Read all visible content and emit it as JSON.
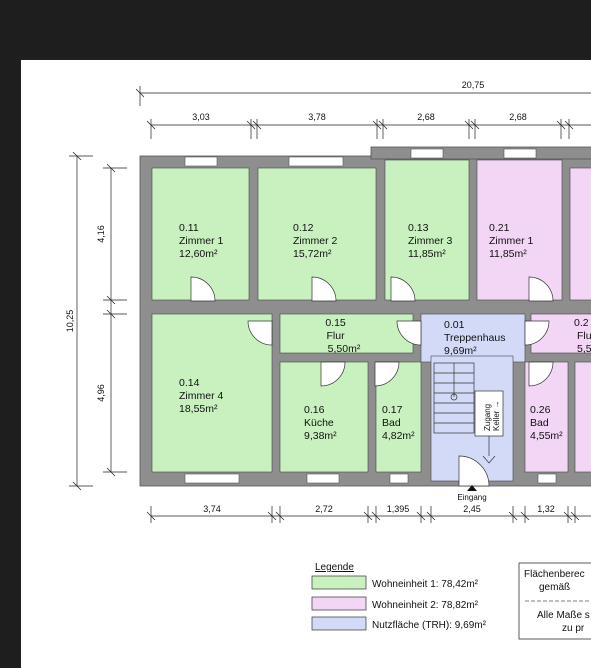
{
  "colors": {
    "unit1": "#c9f1c0",
    "unit2": "#f3d6f5",
    "utility": "#d2daf7",
    "wall": "#8e8e8e"
  },
  "dimensions": {
    "total_width": "20,75",
    "top": [
      "3,03",
      "3,78",
      "2,68",
      "2,68"
    ],
    "bottom": [
      "3,74",
      "2,72",
      "1,395",
      "2,45",
      "1,32"
    ],
    "total_height": "10,25",
    "left": [
      "4,16",
      "4,96"
    ]
  },
  "rooms": [
    {
      "id": "0.11",
      "name": "Zimmer 1",
      "area": "12,60m²"
    },
    {
      "id": "0.12",
      "name": "Zimmer 2",
      "area": "15,72m²"
    },
    {
      "id": "0.13",
      "name": "Zimmer 3",
      "area": "11,85m²"
    },
    {
      "id": "0.21",
      "name": "Zimmer 1",
      "area": "11,85m²"
    },
    {
      "id": "0.14",
      "name": "Zimmer 4",
      "area": "18,55m²"
    },
    {
      "id": "0.15",
      "name": "Flur",
      "area": "5,50m²"
    },
    {
      "id": "0.01",
      "name": "Treppenhaus",
      "area": "9,69m²"
    },
    {
      "id": "0.16",
      "name": "Küche",
      "area": "9,38m²"
    },
    {
      "id": "0.17",
      "name": "Bad",
      "area": "4,82m²"
    },
    {
      "id": "0.26",
      "name": "Bad",
      "area": "4,55m²"
    },
    {
      "id": "0.2",
      "name": "Flu",
      "area": "5,5"
    }
  ],
  "labels": {
    "zugang_line1": "Zugang",
    "zugang_line2": "Keller →",
    "eingang": "Eingang"
  },
  "legend": {
    "title": "Legende",
    "items": [
      {
        "label": "Wohneinheit 1: 78,42m²"
      },
      {
        "label": "Wohneinheit 2: 78,82m²"
      },
      {
        "label": "Nutzfläche (TRH): 9,69m²"
      }
    ]
  },
  "info_box": {
    "line1": "Flächenberec",
    "line2": "gemäß",
    "line3": "Alle Maße s",
    "line4": "zu pr"
  }
}
